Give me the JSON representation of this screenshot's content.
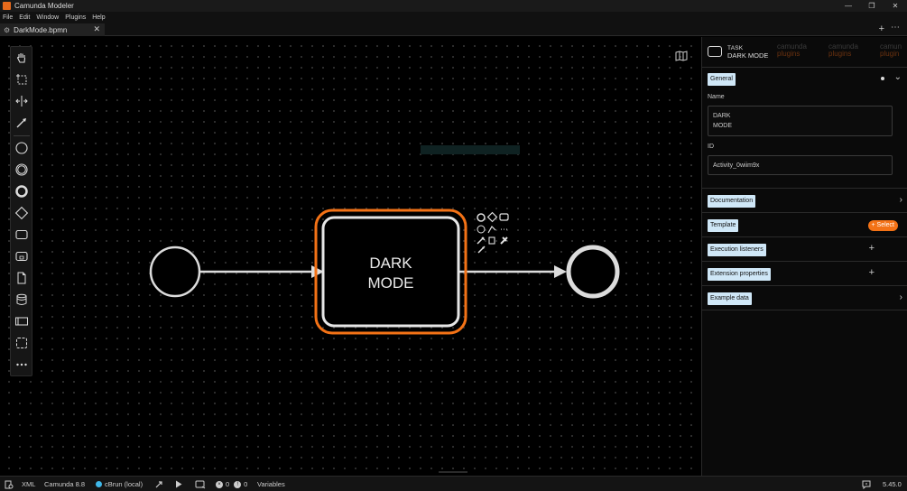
{
  "window": {
    "title": "Camunda Modeler",
    "controls": [
      "minimize",
      "maximize",
      "close"
    ]
  },
  "menu": [
    "File",
    "Edit",
    "Window",
    "Plugins",
    "Help"
  ],
  "tabs": [
    {
      "label": "DarkMode.bpmn",
      "active": true
    }
  ],
  "palette": {
    "tools": [
      "hand-tool-icon",
      "lasso-tool-icon",
      "space-tool-icon",
      "global-connect-icon",
      "start-event-icon",
      "intermediate-event-icon",
      "end-event-icon",
      "gateway-icon",
      "task-icon",
      "subprocess-icon",
      "data-object-icon",
      "data-store-icon",
      "participant-icon",
      "group-icon",
      "more-icon"
    ]
  },
  "diagram": {
    "task": {
      "line1": "DARK",
      "line2": "MODE"
    },
    "colors": {
      "selection": "#f37216",
      "stroke": "#dcdcdc"
    }
  },
  "panel": {
    "header": {
      "type": "TASK",
      "name": "DARK MODE"
    },
    "plugins": [
      {
        "line1": "camunda",
        "line2": "plugins"
      },
      {
        "line1": "camunda",
        "line2": "plugins"
      },
      {
        "line1": "camun",
        "line2": "plugin"
      }
    ],
    "general": {
      "title": "General",
      "name_label": "Name",
      "name_line1": "DARK",
      "name_line2": "MODE",
      "id_label": "ID",
      "id_value": "Activity_0wiim9x"
    },
    "sections": {
      "documentation": "Documentation",
      "template": "Template",
      "template_action": "+ Select",
      "execution_listeners": "Execution listeners",
      "extension_properties": "Extension properties",
      "example_data": "Example data"
    }
  },
  "status": {
    "xml": "XML",
    "engine": "Camunda 8.8",
    "cbrun": "cBrun (local)",
    "errors": "0",
    "warnings": "0",
    "variables": "Variables",
    "version": "5.45.0"
  }
}
